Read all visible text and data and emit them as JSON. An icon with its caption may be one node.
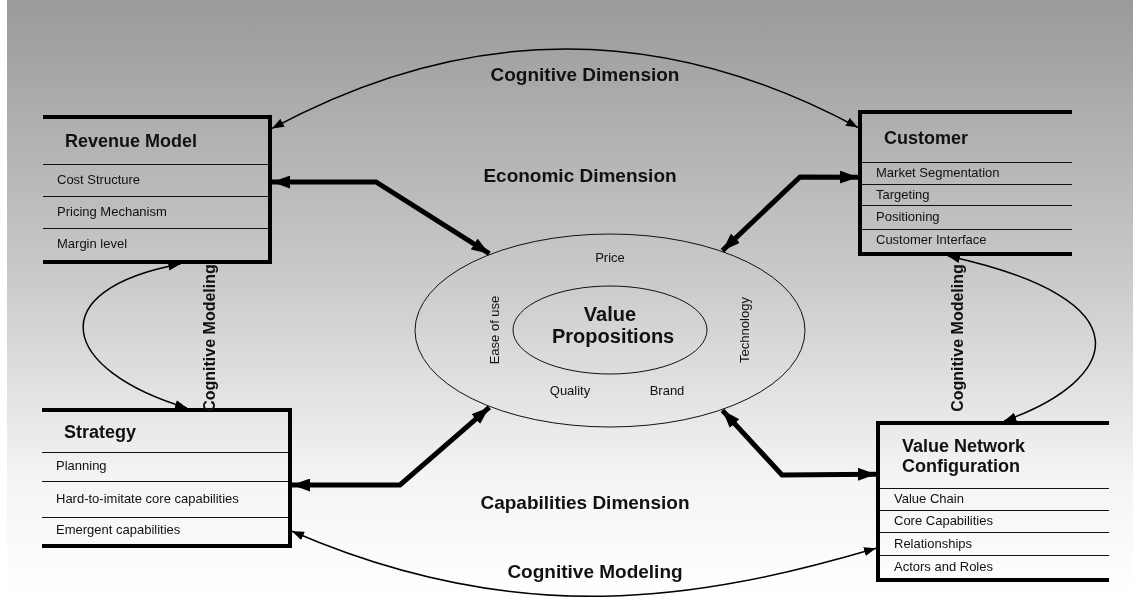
{
  "diagram": {
    "nodes": [
      {
        "text": [
          "Revenue Model",
          "Cost Structure",
          "Pricing Mechanism",
          "Margin level"
        ]
      },
      {
        "text": [
          "Customer",
          "Market Segmentation",
          "Targeting",
          "Positioning",
          "Customer Interface"
        ]
      },
      {
        "text": [
          "Price",
          "Ease of use",
          "Technology",
          "Quality",
          "Brand"
        ]
      },
      {
        "text": [
          "Value Propositions"
        ],
        "in": 2
      },
      {
        "text": [
          "Strategy",
          "Planning",
          "Hard-to-imitate core capabilities",
          "Emergent capabilities"
        ]
      },
      {
        "text": [
          "Value Network Configuration",
          "Value Chain",
          "Core Capabilities",
          "Relationships",
          "Actors and Roles"
        ]
      }
    ],
    "edges": [
      {
        "from": 0,
        "to": 1,
        "arrow": "both",
        "label": "Cognitive Dimension"
      },
      {
        "from": 0,
        "to": 2,
        "arrow": "both",
        "style": "thick"
      },
      {
        "from": 1,
        "to": 2,
        "arrow": "both",
        "style": "thick"
      },
      {
        "from": 0,
        "to": 4,
        "arrow": "both"
      },
      {
        "from": 1,
        "to": 5,
        "arrow": "both"
      },
      {
        "from": 4,
        "to": 2,
        "arrow": "both",
        "style": "thick"
      },
      {
        "from": 5,
        "to": 2,
        "arrow": "both",
        "style": "thick"
      },
      {
        "from": 4,
        "to": 5,
        "arrow": "both",
        "label": "Cognitive Modeling"
      }
    ],
    "labels": [
      "Economic Dimension",
      "Cognitive Modeling",
      "Cognitive Modeling",
      "Capabilities Dimension"
    ]
  }
}
